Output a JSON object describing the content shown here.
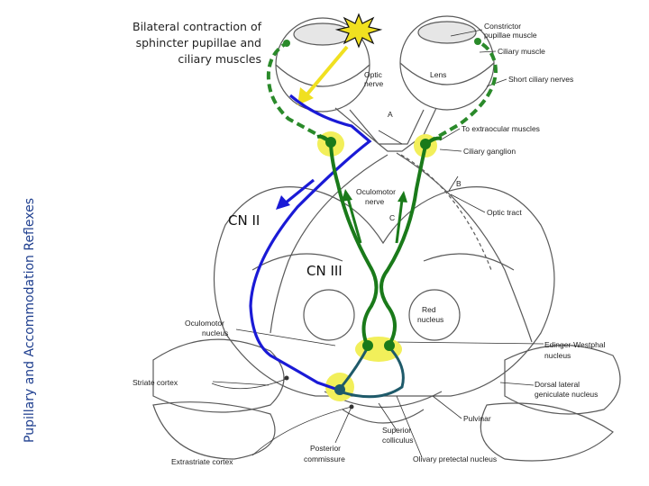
{
  "side_title": "Pupillary and Accommodation Reflexes",
  "caption_lines": [
    "Bilateral contraction of",
    "sphincter pupillae and",
    "ciliary muscles"
  ],
  "cn2_label": "CN II",
  "cn3_label": "CN III",
  "labels": {
    "constrictor1": "Constrictor",
    "constrictor2": "pupillae muscle",
    "ciliary_muscle": "Ciliary muscle",
    "optic1": "Optic",
    "optic2": "nerve",
    "lens": "Lens",
    "short_ciliary": "Short ciliary nerves",
    "letter_a": "A",
    "to_extraocular": "To extraocular muscles",
    "ciliary_ganglion": "Ciliary ganglion",
    "letter_b": "B",
    "oculomotor_nerve1": "Oculomotor",
    "oculomotor_nerve2": "nerve",
    "letter_c": "C",
    "optic_tract": "Optic tract",
    "red1": "Red",
    "red2": "nucleus",
    "oculomotor_nucleus1": "Oculomotor",
    "oculomotor_nucleus2": "nucleus",
    "ew1": "Edinger-Westphal",
    "ew2": "nucleus",
    "striate": "Striate cortex",
    "dlg1": "Dorsal lateral",
    "dlg2": "geniculate nucleus",
    "pulvinar": "Pulvinar",
    "sup1": "Superior",
    "sup2": "colliculus",
    "post1": "Posterior",
    "post2": "commissure",
    "olivary": "Olivary pretectal nucleus",
    "extrastriate": "Extrastriate cortex"
  },
  "colors": {
    "afferent": "#1a1ad6",
    "efferent": "#1a7a1a",
    "dashed": "#2a8a2a",
    "highlight": "#f2ef5a",
    "light_ray": "#f0e020",
    "interneuron": "#1e5a6a",
    "side_title": "#1f3f8f"
  }
}
